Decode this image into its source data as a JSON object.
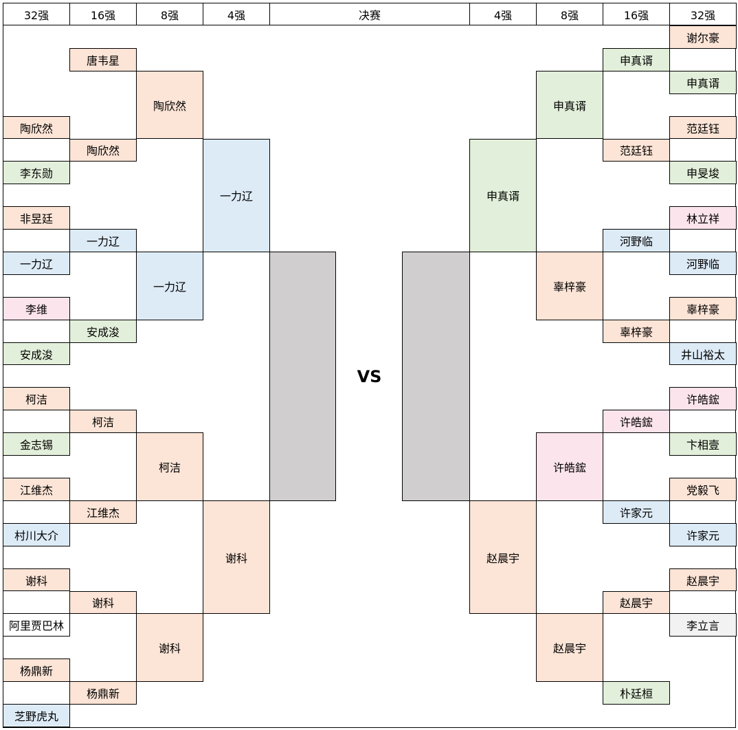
{
  "colors": {
    "orange": "#fce4d6",
    "green": "#e2efda",
    "blue": "#ddebf7",
    "pink": "#fce4ec",
    "gray": "#f2f2f2",
    "final_block": "#d0cece"
  },
  "headers": [
    "32强",
    "16强",
    "8强",
    "4强",
    "决赛",
    "4强",
    "8强",
    "16强",
    "32强"
  ],
  "vs_label": "VS",
  "left": {
    "r32": [
      {
        "name": "陶欣然",
        "color": "orange"
      },
      {
        "name": "李东勋",
        "color": "green"
      },
      {
        "name": "非昱廷",
        "color": "orange"
      },
      {
        "name": "一力辽",
        "color": "blue"
      },
      {
        "name": "李维",
        "color": "pink"
      },
      {
        "name": "安成浚",
        "color": "green"
      },
      {
        "name": "柯洁",
        "color": "orange"
      },
      {
        "name": "金志锡",
        "color": "green"
      },
      {
        "name": "江维杰",
        "color": "orange"
      },
      {
        "name": "村川大介",
        "color": "blue"
      },
      {
        "name": "谢科",
        "color": "orange"
      },
      {
        "name": "阿里贾巴林",
        "color": "none"
      },
      {
        "name": "杨鼎新",
        "color": "orange"
      },
      {
        "name": "芝野虎丸",
        "color": "blue"
      }
    ],
    "r16": [
      {
        "name": "唐韦星",
        "color": "orange"
      },
      {
        "name": "陶欣然",
        "color": "orange"
      },
      {
        "name": "一力辽",
        "color": "blue"
      },
      {
        "name": "安成浚",
        "color": "green"
      },
      {
        "name": "柯洁",
        "color": "orange"
      },
      {
        "name": "江维杰",
        "color": "orange"
      },
      {
        "name": "谢科",
        "color": "orange"
      },
      {
        "name": "杨鼎新",
        "color": "orange"
      }
    ],
    "r8": [
      {
        "name": "陶欣然",
        "color": "orange"
      },
      {
        "name": "一力辽",
        "color": "blue"
      },
      {
        "name": "柯洁",
        "color": "orange"
      },
      {
        "name": "谢科",
        "color": "orange"
      }
    ],
    "r4": [
      {
        "name": "一力辽",
        "color": "blue"
      },
      {
        "name": "谢科",
        "color": "orange"
      }
    ]
  },
  "right": {
    "r32": [
      {
        "name": "谢尔豪",
        "color": "orange"
      },
      {
        "name": "申真谞",
        "color": "green"
      },
      {
        "name": "范廷钰",
        "color": "orange"
      },
      {
        "name": "申旻埈",
        "color": "green"
      },
      {
        "name": "林立祥",
        "color": "pink"
      },
      {
        "name": "河野临",
        "color": "blue"
      },
      {
        "name": "辜梓豪",
        "color": "orange"
      },
      {
        "name": "井山裕太",
        "color": "blue"
      },
      {
        "name": "许皓鋐",
        "color": "pink"
      },
      {
        "name": "卞相壹",
        "color": "green"
      },
      {
        "name": "党毅飞",
        "color": "orange"
      },
      {
        "name": "许家元",
        "color": "blue"
      },
      {
        "name": "赵晨宇",
        "color": "orange"
      },
      {
        "name": "李立言",
        "color": "gray"
      }
    ],
    "r16": [
      {
        "name": "申真谞",
        "color": "green"
      },
      {
        "name": "范廷钰",
        "color": "orange"
      },
      {
        "name": "河野临",
        "color": "blue"
      },
      {
        "name": "辜梓豪",
        "color": "orange"
      },
      {
        "name": "许皓鋐",
        "color": "pink"
      },
      {
        "name": "许家元",
        "color": "blue"
      },
      {
        "name": "赵晨宇",
        "color": "orange"
      },
      {
        "name": "朴廷桓",
        "color": "green"
      }
    ],
    "r8": [
      {
        "name": "申真谞",
        "color": "green"
      },
      {
        "name": "辜梓豪",
        "color": "orange"
      },
      {
        "name": "许皓鋐",
        "color": "pink"
      },
      {
        "name": "赵晨宇",
        "color": "orange"
      }
    ],
    "r4": [
      {
        "name": "申真谞",
        "color": "green"
      },
      {
        "name": "赵晨宇",
        "color": "orange"
      }
    ]
  }
}
